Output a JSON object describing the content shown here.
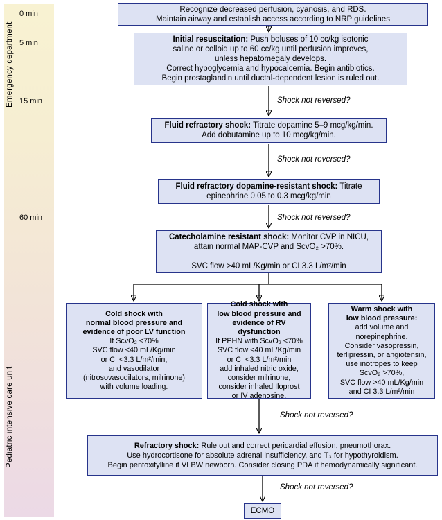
{
  "timeline": {
    "department_label": "Emergency department",
    "unit_label": "Pediatric intensive care unit",
    "marks": [
      "0 min",
      "5 min",
      "15 min",
      "60 min"
    ]
  },
  "labels": {
    "shock_not_reversed": "Shock not reversed?"
  },
  "flow": {
    "recognize": {
      "text": "Recognize decreased perfusion, cyanosis, and RDS.\nMaintain airway and establish access according to NRP guidelines"
    },
    "initial": {
      "title": "Initial resuscitation:",
      "body": " Push boluses of 10 cc/kg isotonic\nsaline or colloid up to 60 cc/kg until perfusion improves,\nunless hepatomegaly develops.\nCorrect hypoglycemia and hypocalcemia. Begin antibiotics.\nBegin prostaglandin until ductal-dependent lesion is ruled out."
    },
    "fluid_refractory": {
      "title": "Fluid refractory shock:",
      "body": " Titrate dopamine 5–9 mcg/kg/min.\nAdd dobutamine up to 10 mcg/kg/min."
    },
    "dopamine_resistant": {
      "title": "Fluid refractory dopamine-resistant shock:",
      "body": " Titrate\nepinephrine 0.05 to 0.3 mcg/kg/min"
    },
    "catecholamine_resistant": {
      "title": "Catecholamine resistant shock:",
      "body": " Monitor CVP in NICU,\nattain normal MAP-CVP and ScvO₂ >70%.\n\nSVC flow >40 mL/Kg/min or CI 3.3 L/m²/min"
    },
    "cold_normal_bp": {
      "title": "Cold shock with\nnormal blood pressure and\nevidence of poor LV function",
      "body": "\nIf ScvO₂ <70%\nSVC flow <40 mL/Kg/min\nor CI <3.3 L/m²/min,\nand vasodilator\n(nitrosovasodilators, milrinone)\nwith volume loading."
    },
    "cold_low_bp": {
      "title": "Cold shock with\nlow blood pressure and\nevidence of RV dysfunction",
      "body": "\nIf PPHN with ScvO₂ <70%\nSVC flow <40 mL/Kg/min\nor CI <3.3 L/m²/min\nadd inhaled nitric oxide,\nconsider milrinone,\nconsider inhaled Iloprost\nor IV adenosine."
    },
    "warm_low_bp": {
      "title": "Warm shock with\nlow blood pressure:",
      "body": "\nadd volume and\nnorepinephrine.\nConsider vasopressin,\nterlipressin, or angiotensin,\nuse inotropes to keep\nScvO₂ >70%,\nSVC flow >40 mL/Kg/min\nand CI 3.3 L/m²/min"
    },
    "refractory": {
      "title": "Refractory shock:",
      "body": " Rule out and correct pericardial effusion, pneumothorax.\nUse hydrocortisone for absolute adrenal insufficiency, and T₃ for hypothyroidism.\nBegin pentoxifylline if VLBW newborn. Consider closing PDA if hemodynamically significant."
    },
    "ecmo": {
      "text": "ECMO"
    }
  }
}
